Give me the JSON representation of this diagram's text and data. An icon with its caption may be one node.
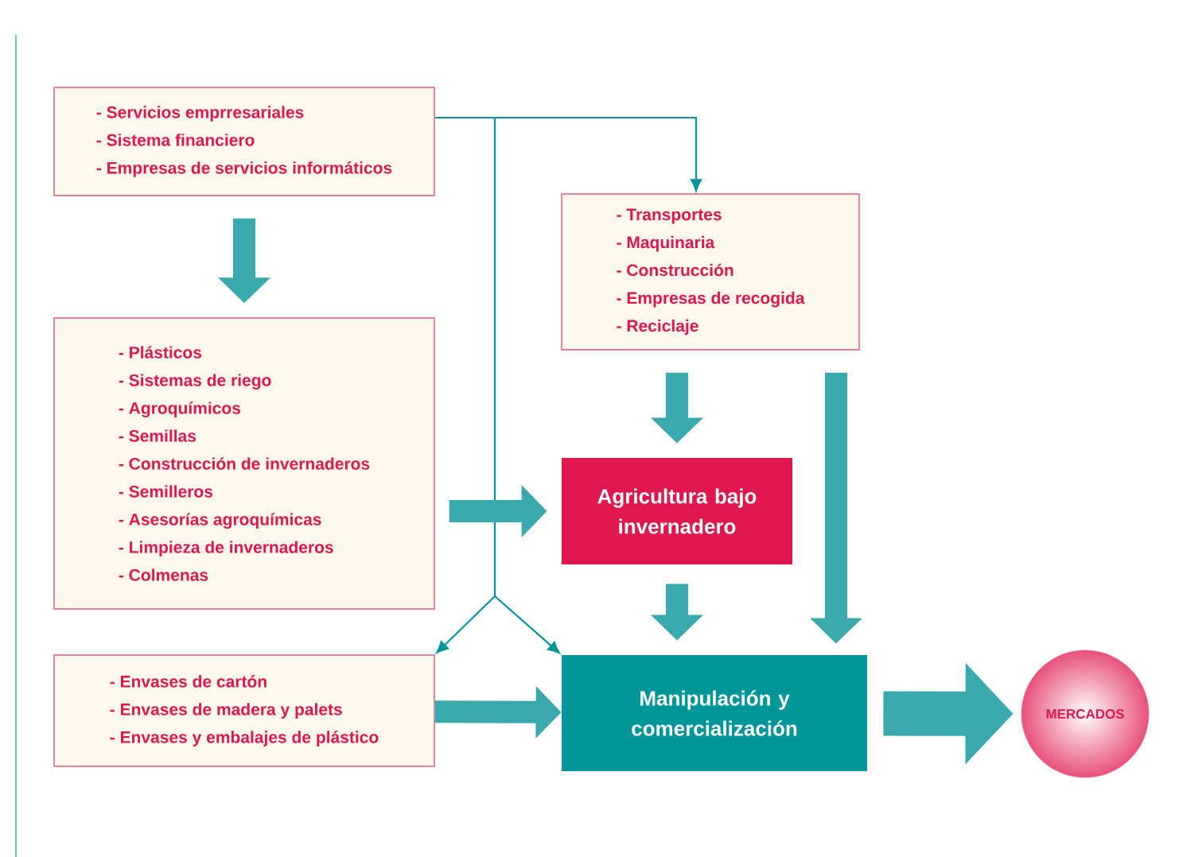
{
  "diagram": {
    "nodes": [
      {
        "text": [
          "- Servicios emprresariales",
          "- Sistema financiero",
          "- Empresas de servicios informáticos"
        ]
      },
      {
        "text": [
          "- Transportes",
          "- Maquinaria",
          "- Construcción",
          "- Empresas de recogida",
          "- Reciclaje"
        ]
      },
      {
        "text": [
          "- Plásticos",
          "- Sistemas de riego",
          "- Agroquímicos",
          "- Semillas",
          "- Construcción de invernaderos",
          "- Semilleros",
          "- Asesorías agroquímicas",
          "- Limpieza de invernaderos",
          "- Colmenas"
        ]
      },
      {
        "text": [
          "Agricultura bajo invernadero"
        ]
      },
      {
        "text": [
          "- Envases de cartón",
          "- Envases de madera y palets",
          "- Envases y embalajes de plástico"
        ]
      },
      {
        "text": [
          "Manipulación y comercialización"
        ]
      },
      {
        "text": [
          "MERCADOS"
        ]
      }
    ],
    "edges": [
      {
        "from": 0,
        "to": 1,
        "arrow": "to"
      },
      {
        "from": 0,
        "to": 4,
        "arrow": "to"
      },
      {
        "from": 0,
        "to": 5,
        "arrow": "to"
      },
      {
        "from": 0,
        "to": 2,
        "arrow": "to"
      },
      {
        "from": 1,
        "to": 3,
        "arrow": "to"
      },
      {
        "from": 1,
        "to": 5,
        "arrow": "to"
      },
      {
        "from": 2,
        "to": 3,
        "arrow": "to"
      },
      {
        "from": 3,
        "to": 5,
        "arrow": "to"
      },
      {
        "from": 4,
        "to": 5,
        "arrow": "to"
      },
      {
        "from": 5,
        "to": 6,
        "arrow": "to",
        "style": "thick"
      }
    ]
  }
}
